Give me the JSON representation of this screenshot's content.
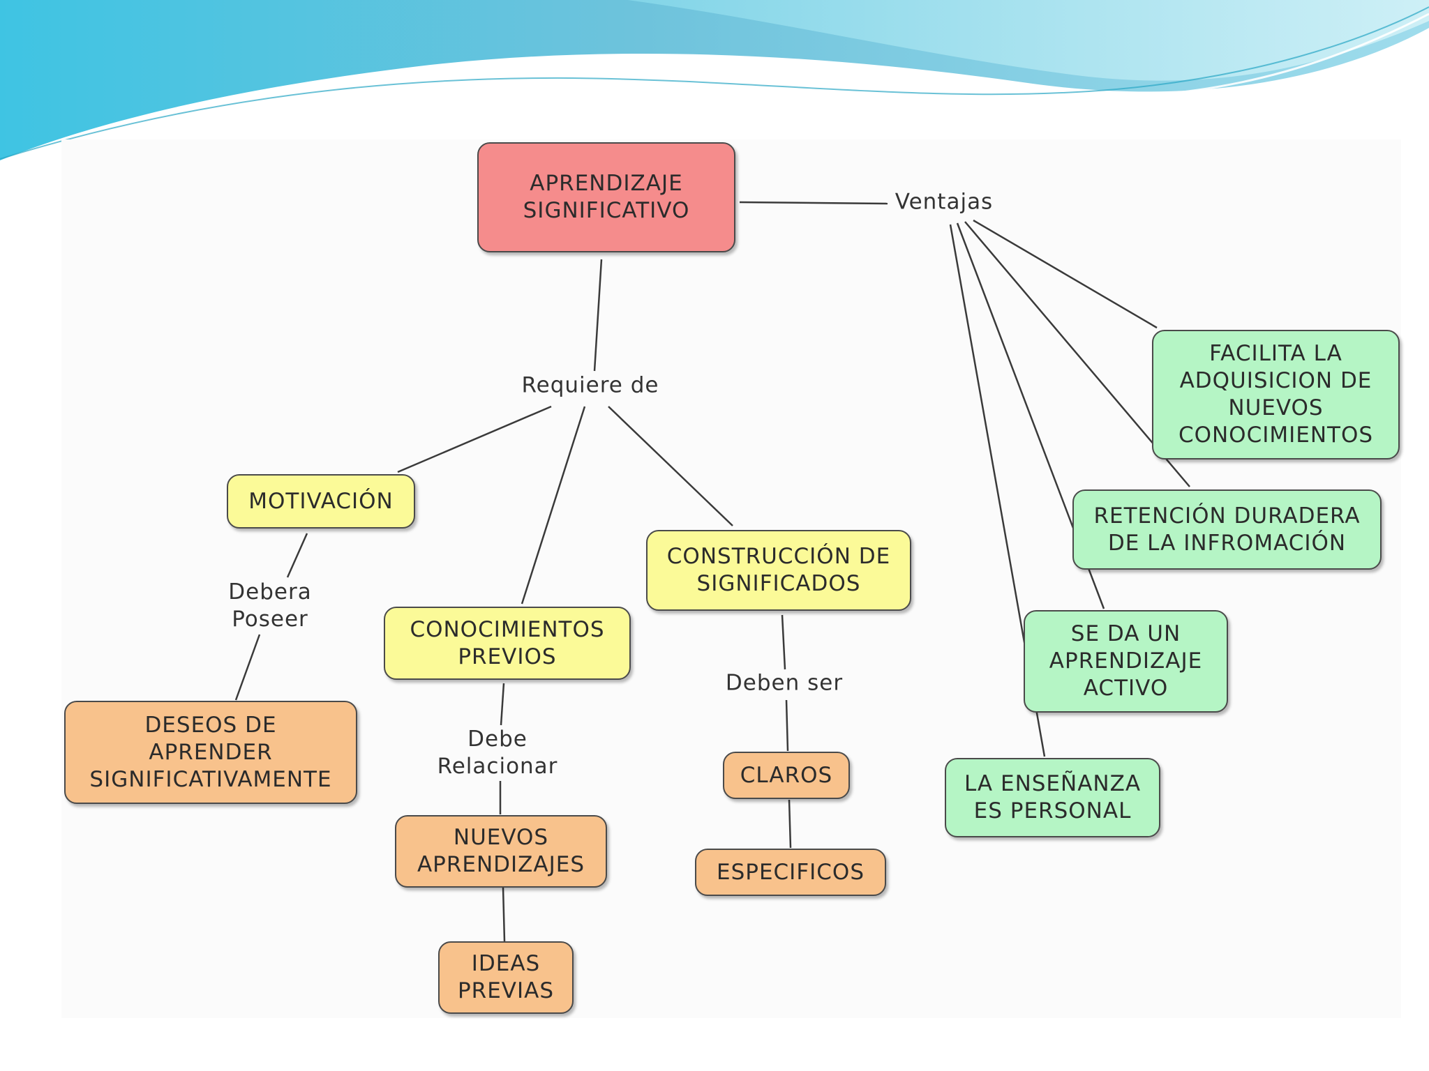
{
  "theme": {
    "wave_dark": "#67c6dd",
    "wave_light": "#c8eef5",
    "line_color": "#3a3a3a",
    "root_fill": "#f58c8c",
    "concept_fill": "#fbfa98",
    "detail_fill": "#f8c28c",
    "benefit_fill": "#b5f5c5"
  },
  "concept_map": {
    "root": "APRENDIZAJE\nSIGNIFICATIVO",
    "links": {
      "requires": "Requiere de",
      "advantages": "Ventajas",
      "must_have": "Debera\nPoseer",
      "must_relate": "Debe\nRelacionar",
      "must_be": "Deben ser"
    },
    "requirements": {
      "motivation": "MOTIVACIÓN",
      "prior_knowledge": "CONOCIMIENTOS\nPREVIOS",
      "meaning_construction": "CONSTRUCCIÓN DE\nSIGNIFICADOS"
    },
    "details": {
      "desire": "DESEOS DE\nAPRENDER\nSIGNIFICATIVAMENTE",
      "new_learning": "NUEVOS\nAPRENDIZAJES",
      "prior_ideas": "IDEAS\nPREVIAS",
      "clear": "CLAROS",
      "specific": "ESPECIFICOS"
    },
    "advantages": {
      "facilitates": "FACILITA LA\nADQUISICION DE\nNUEVOS\nCONOCIMIENTOS",
      "retention": "RETENCIÓN DURADERA\nDE LA INFROMACIÓN",
      "active": "SE DA UN\nAPRENDIZAJE\nACTIVO",
      "personal": "LA ENSEÑANZA\nES PERSONAL"
    }
  }
}
